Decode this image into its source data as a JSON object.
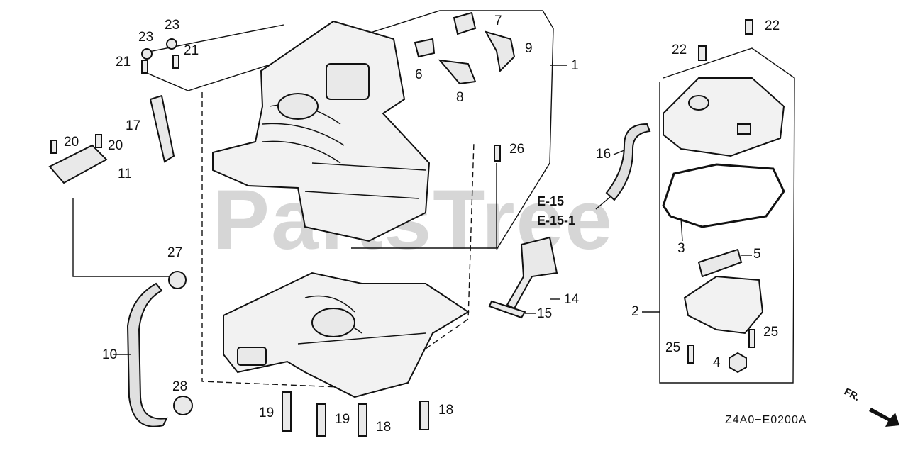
{
  "watermark": "PartsTree",
  "diagram_code": "Z4A0−E0200A",
  "direction_label": "FR.",
  "reference_labels": [
    "E-15",
    "E-15-1"
  ],
  "callouts": {
    "c1": "1",
    "c2": "2",
    "c3": "3",
    "c4": "4",
    "c5": "5",
    "c6": "6",
    "c7": "7",
    "c8": "8",
    "c9": "9",
    "c10": "10",
    "c11": "11",
    "c14": "14",
    "c15": "15",
    "c16": "16",
    "c17": "17",
    "c18a": "18",
    "c18b": "18",
    "c19a": "19",
    "c19b": "19",
    "c20a": "20",
    "c20b": "20",
    "c21a": "21",
    "c21b": "21",
    "c22a": "22",
    "c22b": "22",
    "c23a": "23",
    "c23b": "23",
    "c25a": "25",
    "c25b": "25",
    "c26": "26",
    "c27": "27",
    "c28": "28"
  },
  "colors": {
    "ink": "#111111",
    "watermark": "#d6d6d6",
    "background": "#ffffff"
  }
}
